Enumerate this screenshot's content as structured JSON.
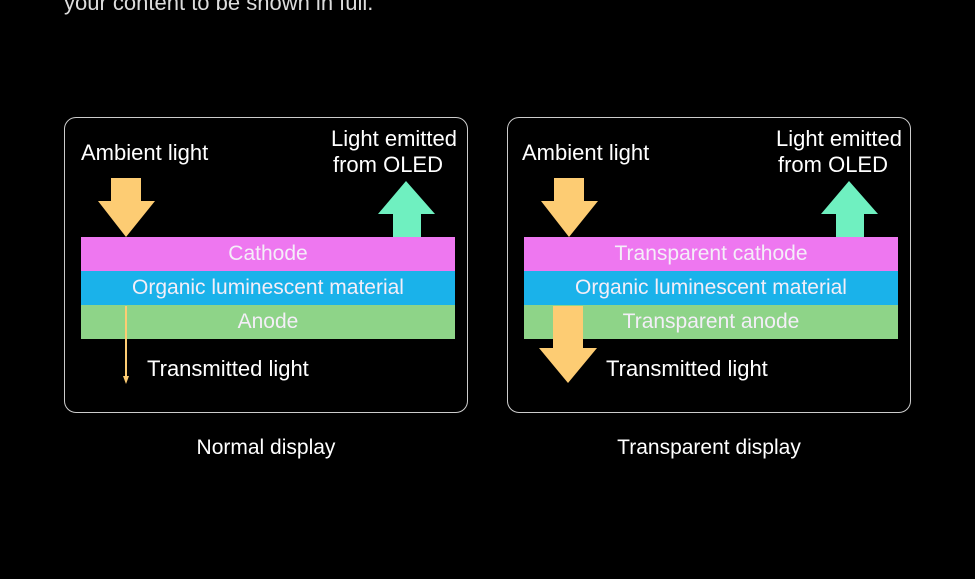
{
  "intro_text": "your content to be shown in full.",
  "colors": {
    "cathode": "#ee77f0",
    "organic": "#1ab2ea",
    "anode": "#8ed488",
    "ambient_arrow": "#fdcc73",
    "emitted_arrow": "#6ff0c0"
  },
  "normal": {
    "ambient": "Ambient light",
    "emitted_1": "Light emitted",
    "emitted_2": "from OLED",
    "cathode": "Cathode",
    "organic": "Organic luminescent material",
    "anode": "Anode",
    "transmitted": "Transmitted light",
    "caption": "Normal display"
  },
  "transparent": {
    "ambient": "Ambient light",
    "emitted_1": "Light emitted",
    "emitted_2": "from OLED",
    "cathode": "Transparent cathode",
    "organic": "Organic luminescent material",
    "anode": "Transparent anode",
    "transmitted": "Transmitted light",
    "caption": "Transparent display"
  }
}
